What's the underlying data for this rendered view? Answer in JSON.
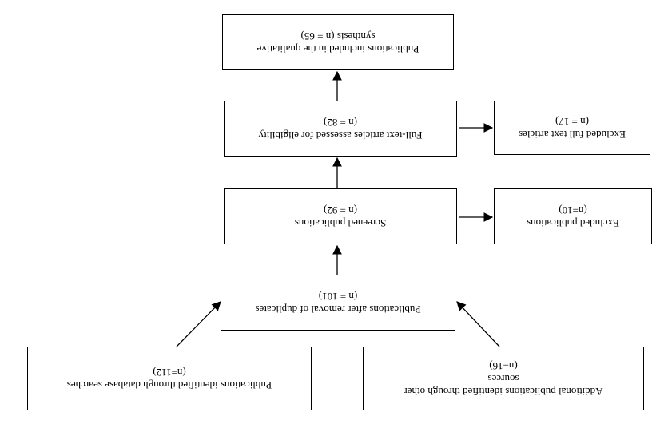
{
  "orientation": "rotated-180",
  "boxes": {
    "database": {
      "line1": "Publications identified through database searches",
      "line2": "(n=112)"
    },
    "other_sources": {
      "line1": "Additional publications identified through other",
      "line2": "sources",
      "line3": "(n=16)"
    },
    "after_duplicates": {
      "line1": "Publications after removal of duplicates",
      "line2": "(n = 101)"
    },
    "screened": {
      "line1": "Screened publications",
      "line2": "(n = 92)"
    },
    "excluded": {
      "line1": "Excluded publications",
      "line2": "(n=10)"
    },
    "fulltext": {
      "line1": "Full-text articles assessed for eligibility",
      "line2": "(n = 82)"
    },
    "excluded_fulltext": {
      "line1": "Excluded full text articles",
      "line2": "(n = 17)"
    },
    "included": {
      "line1": "Publications included in the qualitative",
      "line2": "synthesis (n = 65)"
    }
  }
}
